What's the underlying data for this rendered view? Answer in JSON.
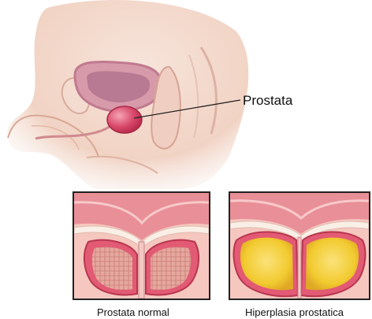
{
  "labels": {
    "main": "Prostata",
    "normal_caption": "Prostata normal",
    "bph_caption": "Hiperplasia prostatica"
  },
  "colors": {
    "skin": "#f3d9cc",
    "skin_shadow": "#e7bcaa",
    "bladder_wall": "#c8879a",
    "bladder_lumen": "#b87a92",
    "prostate": "#d9486a",
    "tissue_pink": "#e98f97",
    "normal_gland": "#e3a29a",
    "hyperplasia_yellow": "#f4d240",
    "panel_border": "#222222"
  }
}
